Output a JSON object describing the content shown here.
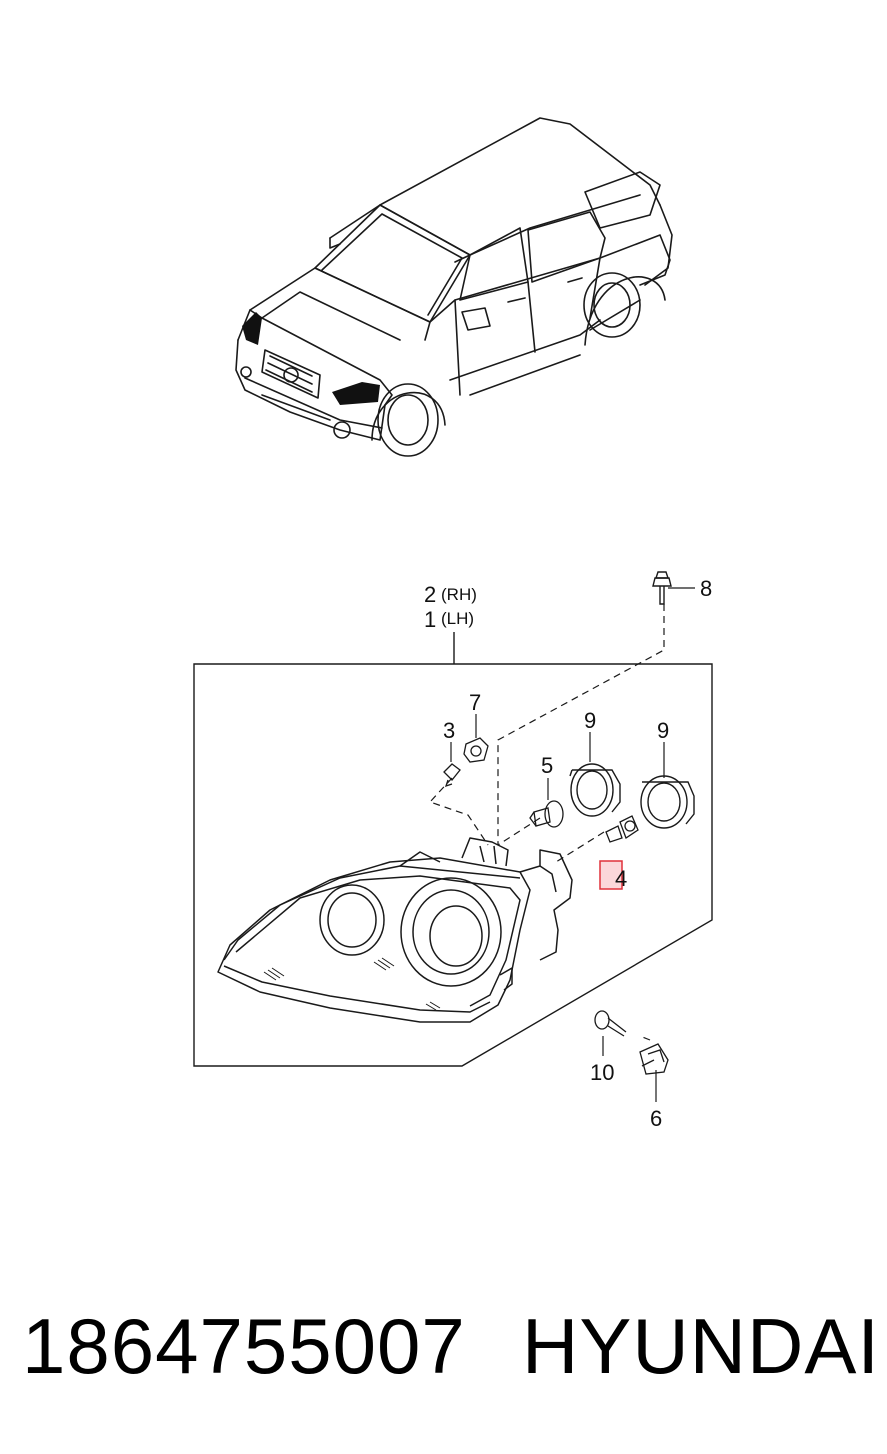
{
  "callouts": {
    "c1": "1",
    "c1_side": "(LH)",
    "c2": "2",
    "c2_side": "(RH)",
    "c3": "3",
    "c4": "4",
    "c5": "5",
    "c6": "6",
    "c7": "7",
    "c8": "8",
    "c9a": "9",
    "c9b": "9",
    "c10": "10"
  },
  "footer": {
    "part_number": "1864755007",
    "brand": "HYUNDAI"
  },
  "colors": {
    "line": "#1a1a1a",
    "highlight": "#e0303a",
    "highlight_fill": "#fbd7da"
  }
}
